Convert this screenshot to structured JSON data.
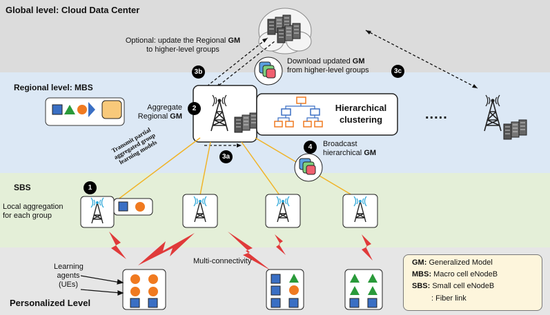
{
  "levels": {
    "global": "Global level: Cloud Data Center",
    "regional": "Regional level: MBS",
    "sbs": "SBS",
    "personalized": "Personalized Level"
  },
  "annotations": {
    "optional_update_line1": "Optional: update the Regional ",
    "optional_update_gm": "GM",
    "optional_update_line2": "to higher-level groups",
    "download_line1": "Download updated ",
    "download_gm": "GM",
    "download_line2": "from higher-level groups",
    "aggregate_line1": "Aggregate",
    "aggregate_line2": "Regional ",
    "aggregate_gm": "GM",
    "hierarchical_clustering_line1": "Hierarchical",
    "hierarchical_clustering_line2": "clustering",
    "broadcast_line1": "Broadcast",
    "broadcast_line2": "hierarchical ",
    "broadcast_gm": "GM",
    "transmit_line1": "Transmit partial",
    "transmit_line2": "aggregated group",
    "transmit_line3": "learning models",
    "local_agg_line1": "Local aggregation",
    "local_agg_line2": "for each group",
    "learning_agents_line1": "Learning",
    "learning_agents_line2": "agents",
    "learning_agents_line3": "(UEs)",
    "multi_connectivity": "Multi-connectivity",
    "ellipsis": "....."
  },
  "badges": {
    "b1": "1",
    "b2": "2",
    "b3a": "3a",
    "b3b": "3b",
    "b3c": "3c",
    "b4": "4"
  },
  "legend": {
    "gm_key": "GM:",
    "gm_val": " Generalized Model",
    "mbs_key": "MBS:",
    "mbs_val": " Macro cell eNodeB",
    "sbs_key": "SBS:",
    "sbs_val": " Small cell eNodeB",
    "fiber_val": ": Fiber link"
  },
  "colors": {
    "global_band": "#dcdcdc",
    "regional_band": "#dce8f5",
    "sbs_band": "#e4efd8",
    "personalized_band": "#e6e6e6",
    "fiber": "#f0b429",
    "lightning": "#e03a3a",
    "shape_blue": "#3a6fc4",
    "shape_green": "#2a9a3a",
    "shape_orange": "#f07a20",
    "model_fill": "#f8c97a"
  },
  "icons": [
    "cloud-server-icon",
    "tower-icon",
    "server-rack-icon",
    "hierarchy-icon",
    "lightning-icon",
    "model-stack-icon"
  ]
}
